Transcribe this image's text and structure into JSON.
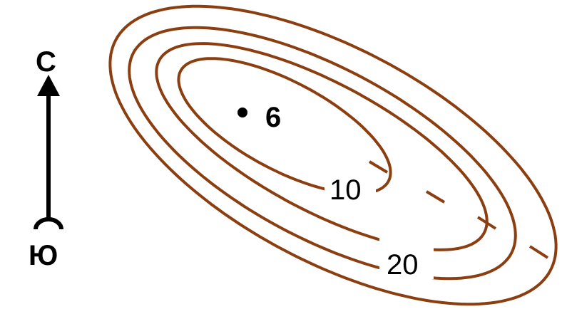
{
  "compass": {
    "north": "С",
    "south": "Ю"
  },
  "point": {
    "label": "6"
  },
  "contours": [
    {
      "label": "10"
    },
    {
      "label": "20"
    }
  ],
  "colors": {
    "contour": "#8B3E0F",
    "ink": "#000000"
  }
}
